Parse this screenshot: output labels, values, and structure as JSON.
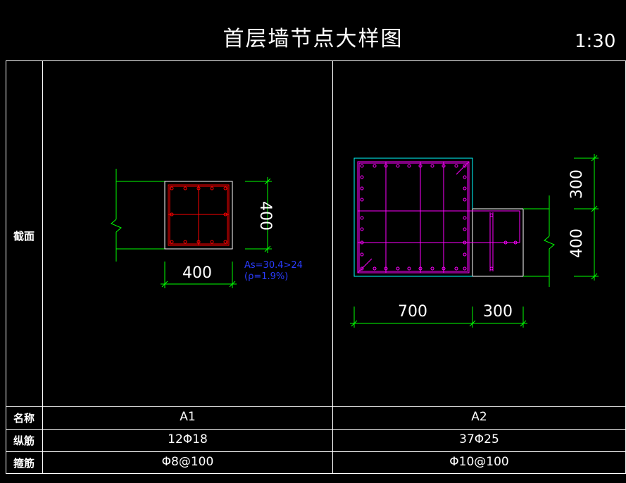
{
  "title": "首层墙节点大样图",
  "scale": "1:30",
  "table": {
    "row_labels": {
      "section": "截面",
      "name": "名称",
      "longitudinal": "纵筋",
      "stirrup": "箍筋"
    },
    "columns": [
      {
        "name": "A1",
        "longitudinal": "12Φ18",
        "stirrup": "Φ8@100"
      },
      {
        "name": "A2",
        "longitudinal": "37Φ25",
        "stirrup": "Φ10@100"
      }
    ]
  },
  "a1": {
    "dim_width": "400",
    "dim_height": "400",
    "note_line1": "As=30.4>24",
    "note_line2": "(ρ=1.9%)"
  },
  "a2": {
    "dim_700": "700",
    "dim_300_bottom": "300",
    "dim_300_right": "300",
    "dim_400_right": "400"
  },
  "colors": {
    "frame": "#ffffff",
    "dimension": "#00ff00",
    "rebar_a1": "#ff0000",
    "rebar_a2": "#ff00ff",
    "outline_a2": "#00ffff",
    "note": "#2a3cff"
  }
}
